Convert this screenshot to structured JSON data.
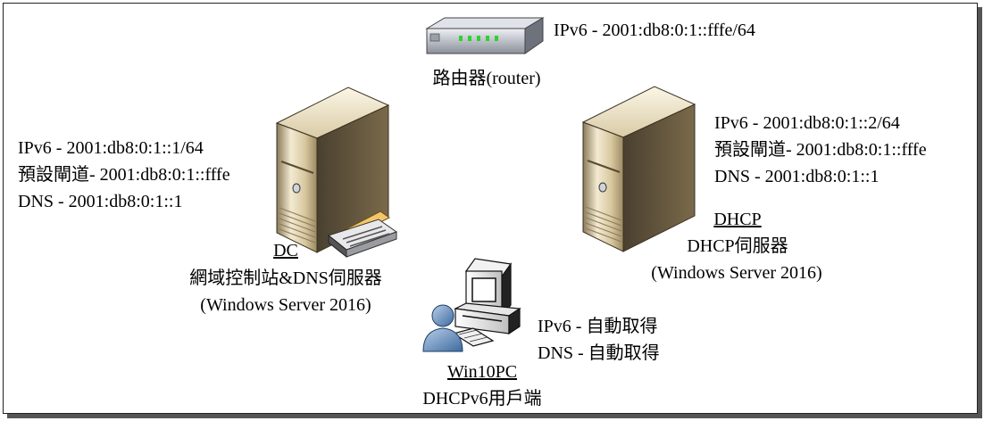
{
  "router": {
    "icon": "router-icon",
    "ip": "IPv6 - 2001:db8:0:1::fffe/64",
    "label": "路由器(router)"
  },
  "dc": {
    "icon": "server-icon",
    "ip": "IPv6 - 2001:db8:0:1::1/64",
    "gateway": "預設閘道- 2001:db8:0:1::fffe",
    "dns": "DNS - 2001:db8:0:1::1",
    "name": "DC",
    "role": "網域控制站&DNS伺服器",
    "os": "(Windows Server 2016)"
  },
  "dhcp": {
    "icon": "server-icon",
    "ip": "IPv6 - 2001:db8:0:1::2/64",
    "gateway": "預設閘道- 2001:db8:0:1::fffe",
    "dns": "DNS - 2001:db8:0:1::1",
    "name": "DHCP",
    "role": "DHCP伺服器",
    "os": "(Windows Server 2016)"
  },
  "client": {
    "icon": "workstation-user-icon",
    "ip": "IPv6 - 自動取得",
    "dns": "DNS - 自動取得",
    "name": "Win10PC",
    "role": "DHCPv6用戶端"
  }
}
